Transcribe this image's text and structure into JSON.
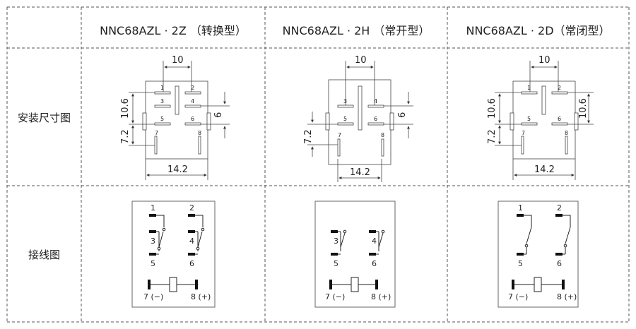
{
  "table": {
    "headers": [
      "NNC68AZL · 2Z （转换型）",
      "NNC68AZL · 2H （常开型）",
      "NNC68AZL · 2D（常闭型）"
    ],
    "rows": [
      "安装尺寸图",
      "接线图"
    ]
  },
  "dims": {
    "width_top": "10",
    "pin_spacing": "10.6",
    "pin_spacing_right": "6",
    "row_gap": "7.2",
    "width_bottom": "14.2"
  },
  "pins": {
    "p1": "1",
    "p2": "2",
    "p3": "3",
    "p4": "4",
    "p5": "5",
    "p6": "6",
    "p7": "7",
    "p8": "8"
  },
  "wiring": {
    "coil_left": "7 (−)",
    "coil_right": "8 (+)",
    "n1": "1",
    "n2": "2",
    "n3": "3",
    "n4": "4",
    "n5": "5",
    "n6": "6"
  }
}
